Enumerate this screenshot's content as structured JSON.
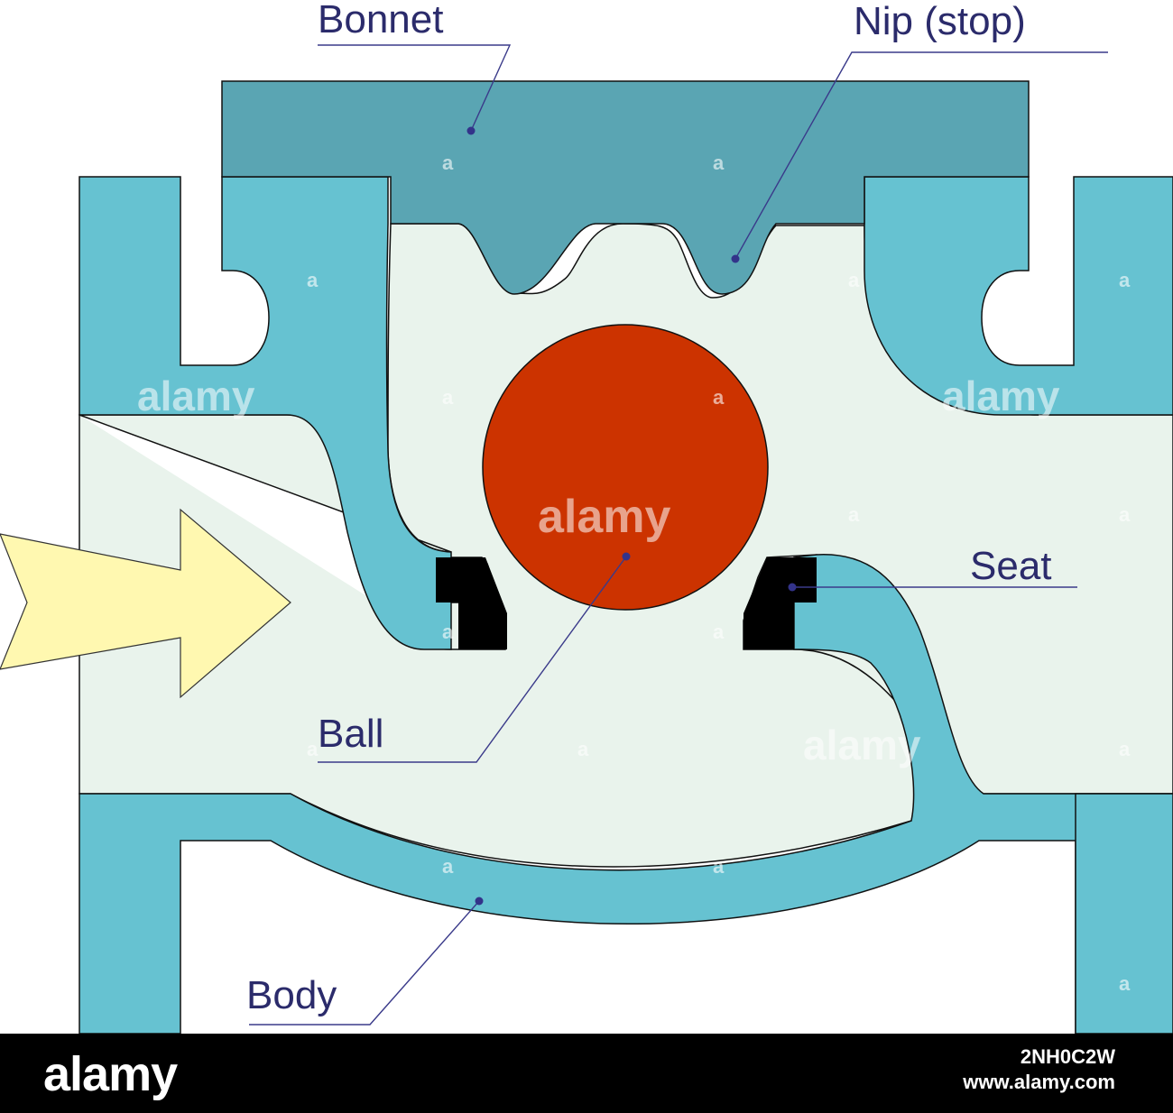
{
  "labels": {
    "bonnet": "Bonnet",
    "nip": "Nip (stop)",
    "seat": "Seat",
    "ball": "Ball",
    "body": "Body"
  },
  "watermark": {
    "text": "alamy",
    "letter": "a"
  },
  "footer": {
    "logo": "alamy",
    "image_id": "2NH0C2W",
    "site": "www.alamy.com"
  },
  "colors": {
    "body": "#66c2d1",
    "bonnet": "#5aa5b3",
    "chamber": "#e9f3ec",
    "ball": "#cc3300",
    "seat": "#000000",
    "arrow": "#fff8b0",
    "callout_text": "#2b2b6b"
  }
}
